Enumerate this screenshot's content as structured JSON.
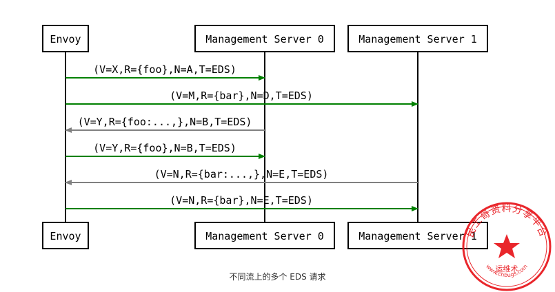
{
  "participants": [
    "Envoy",
    "Management Server 0",
    "Management Server 1"
  ],
  "messages": [
    {
      "label": "(V=X,R={foo},N=A,T=EDS)",
      "from": 0,
      "to": 1,
      "color": "#008000"
    },
    {
      "label": "(V=M,R={bar},N=D,T=EDS)",
      "from": 0,
      "to": 2,
      "color": "#008000"
    },
    {
      "label": "(V=Y,R={foo:...,},N=B,T=EDS)",
      "from": 1,
      "to": 0,
      "color": "#808080"
    },
    {
      "label": "(V=Y,R={foo},N=B,T=EDS)",
      "from": 0,
      "to": 1,
      "color": "#008000"
    },
    {
      "label": "(V=N,R={bar:...,},N=E,T=EDS)",
      "from": 2,
      "to": 0,
      "color": "#808080"
    },
    {
      "label": "(V=N,R={bar},N=E,T=EDS)",
      "from": 0,
      "to": 2,
      "color": "#008000"
    }
  ],
  "caption": "不同流上的多个 EDS 请求",
  "watermark": {
    "top_text": "民工哥资料分享平台",
    "center_text": "运维术",
    "bottom_text": "www.cnbugs.com",
    "color": "#e8141a"
  }
}
